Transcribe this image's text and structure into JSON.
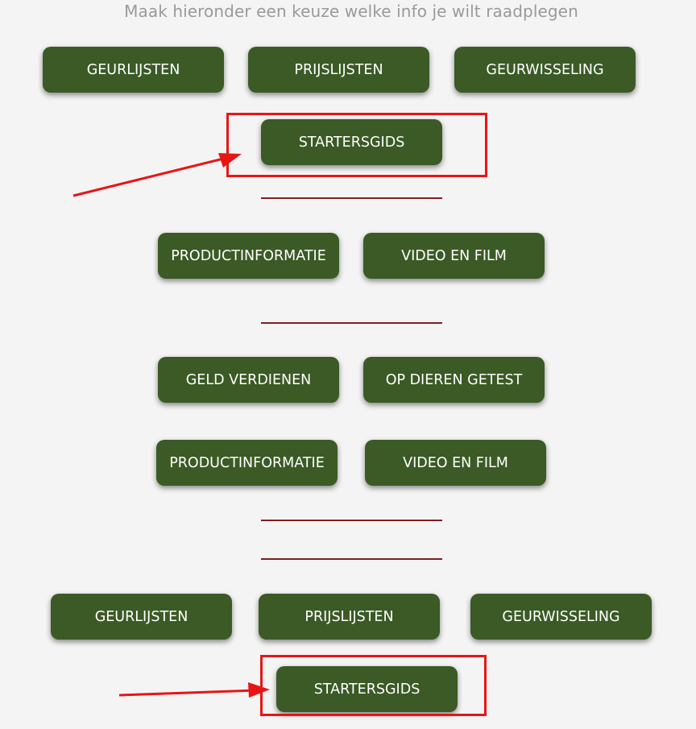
{
  "intro_text": "Maak hieronder een keuze welke info je wilt raadplegen",
  "section_1": {
    "geurlijsten": "GEURLIJSTEN",
    "prijslijsten": "PRIJSLIJSTEN",
    "geurwisseling": "GEURWISSELING",
    "startersgids": "STARTERSGIDS"
  },
  "section_2": {
    "productinformatie": "PRODUCTINFORMATIE",
    "video_en_film": "VIDEO EN FILM"
  },
  "section_3": {
    "geld_verdienen": "GELD VERDIENEN",
    "op_dieren_getest": "OP DIEREN GETEST",
    "productinformatie": "PRODUCTINFORMATIE",
    "video_en_film": "VIDEO EN FILM"
  },
  "section_4": {
    "geurlijsten": "GEURLIJSTEN",
    "prijslijsten": "PRIJSLIJSTEN",
    "geurwisseling": "GEURWISSELING",
    "startersgids": "STARTERSGIDS"
  },
  "colors": {
    "button_bg": "#3b5a25",
    "button_text": "#ffffff",
    "divider": "#7d1f1f",
    "annotation": "#e81515",
    "page_bg": "#f4f4f4"
  }
}
